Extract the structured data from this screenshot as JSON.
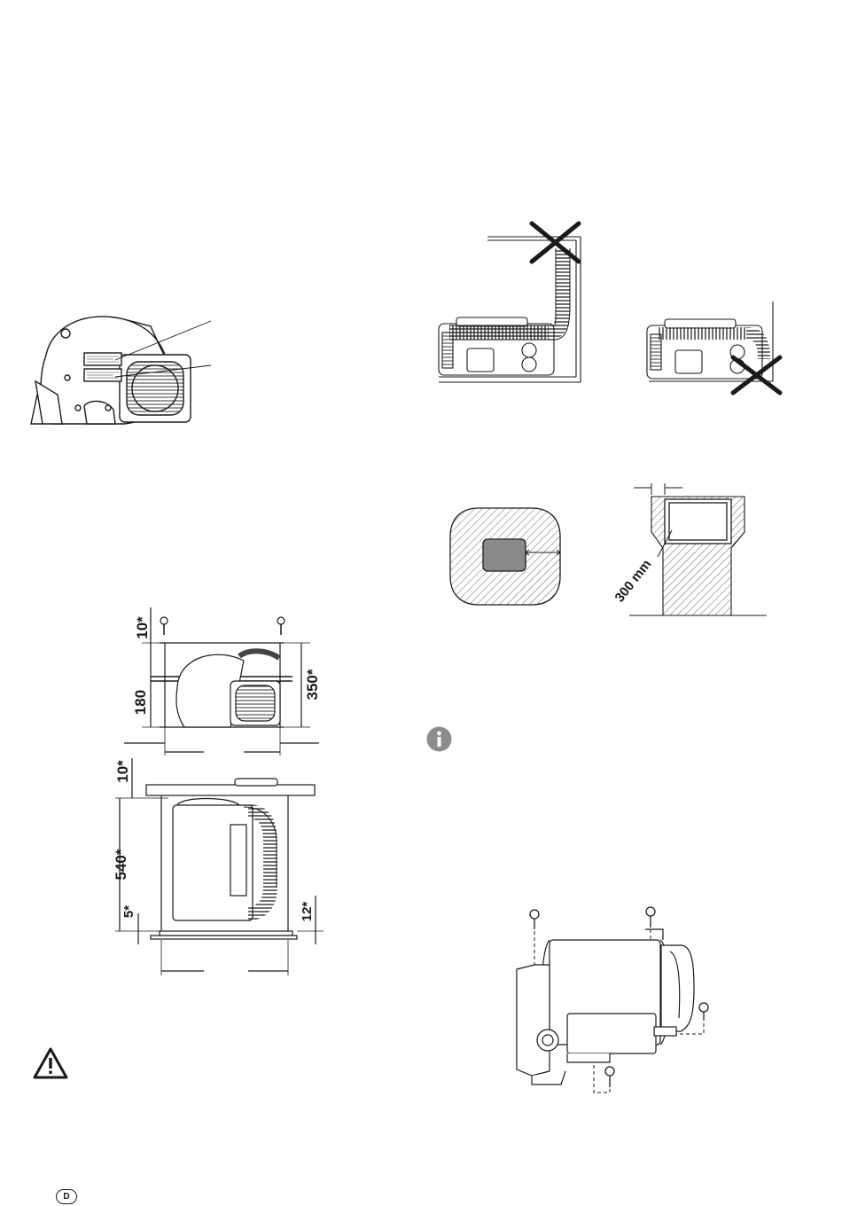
{
  "page": {
    "language_badge": "D"
  },
  "dimensions": {
    "top_clearance": "10*",
    "base_height": "180",
    "cabinet_height": "350*",
    "side_clearance": "10*",
    "depth": "540*",
    "rear_gap": "5*",
    "front_gap": "12*",
    "distance": "300 mm"
  },
  "icons": {
    "info": "info-icon",
    "warning": "warning-triangle-icon",
    "prohibited": "cross-mark-icon"
  },
  "colors": {
    "line": "#1a1a1a",
    "info_circle": "#8c8c8c",
    "window_fill": "#8a8a8a"
  }
}
